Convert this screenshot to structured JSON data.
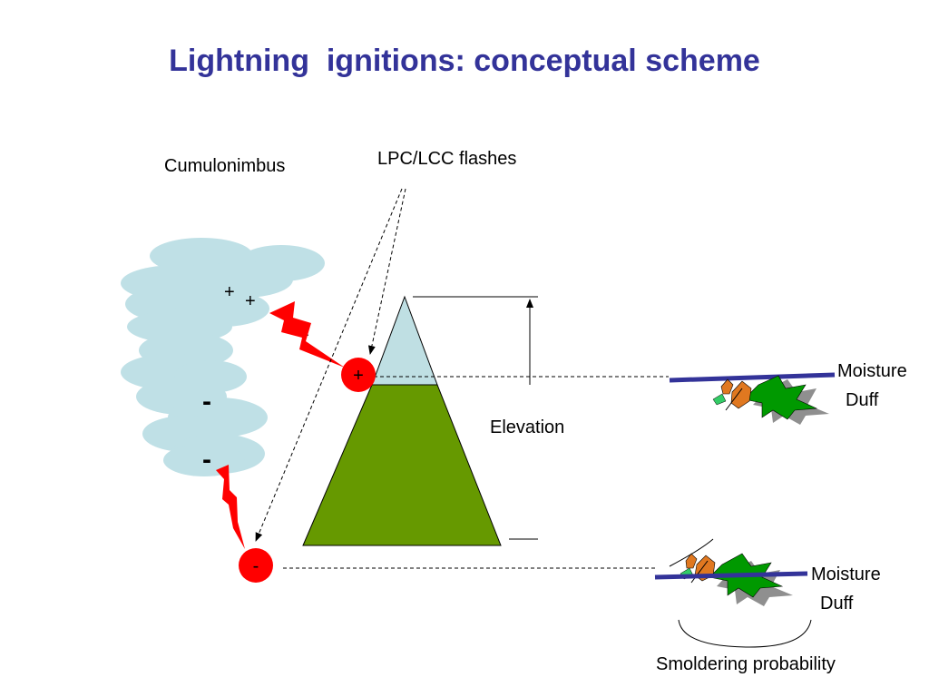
{
  "title": "Lightning  ignitions: conceptual scheme",
  "labels": {
    "cumulonimbus": "Cumulonimbus",
    "flashes": "LPC/LCC flashes",
    "elevation": "Elevation",
    "moisture_top": "Moisture",
    "duff_top": "Duff",
    "moisture_bottom": "Moisture",
    "duff_bottom": "Duff",
    "smoldering": "Smoldering probability"
  },
  "charges": {
    "cloud_plus_1": "+",
    "cloud_plus_2": "+",
    "cloud_plus_3": "+",
    "cloud_minus_1": "-",
    "cloud_minus_2": "-",
    "ground_plus": "+",
    "ground_minus": "-"
  },
  "colors": {
    "title": "#333399",
    "cloud": "#bfe0e6",
    "bolt": "#ff0000",
    "mountain_base": "#669900",
    "mountain_peak": "#bfdfe3",
    "ground_line": "#333399",
    "leaf_green": "#009900",
    "leaf_orange": "#e07820"
  }
}
